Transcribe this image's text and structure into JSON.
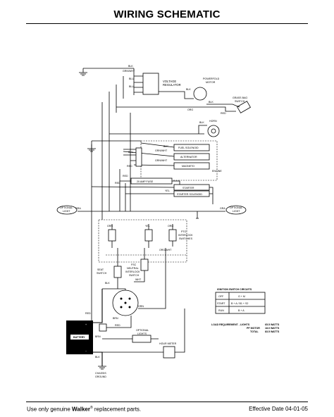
{
  "page": {
    "title": "WIRING SCHEMATIC",
    "footer_prefix": "Use only genuine ",
    "footer_brand": "Walker",
    "footer_reg": "®",
    "footer_suffix": " replacement parts.",
    "effective_date": "Effective Date 04-01-05"
  },
  "components": {
    "voltage_regulator": [
      "VOLTAGE",
      "REGULATOR"
    ],
    "powerfold_motor": [
      "POWERFOLD",
      "MOTOR"
    ],
    "grass_bag_switch": [
      "GRASS BAG",
      "SWITCH"
    ],
    "horn": "HORN",
    "fuel_solenoid": "FUEL SOLENOID",
    "alternator": "ALTERNATOR",
    "magneto": "MAGNETO",
    "engine": "ENGINE",
    "fuse": "20 AMP FUSE",
    "starter": "STARTER",
    "starter_solenoid": "STARTER SOLENOID",
    "optional_light_left": [
      "OPTIONAL",
      "LIGHT"
    ],
    "optional_light_right": [
      "OPTIONAL",
      "LIGHT"
    ],
    "pto_interlock": [
      "PTO",
      "INTERLOCK",
      "SWITCHES"
    ],
    "seat_switch": [
      "SEAT",
      "SWITCH"
    ],
    "fsc_switch": [
      "FSC",
      "NEUTRAL",
      "INTERLOCK",
      "SWITCH"
    ],
    "battery": "BATTERY",
    "optional_lights_bottom": [
      "OPTIONAL",
      "LIGHTS"
    ],
    "hour_meter": "HOUR METER",
    "chassis_ground": [
      "CHASSIS",
      "GROUND"
    ]
  },
  "wire_labels": {
    "blk": "BLK",
    "grn_wht": "GRN/WHT",
    "blu": "BLU",
    "red": "RED",
    "org": "ORG",
    "yel": "YEL",
    "gra": "GRA",
    "grn": "GRN",
    "brn": "BRN",
    "org_wht": "ORG/WHT",
    "wht": "WHT",
    "plus": "+",
    "minus": "−"
  },
  "ignition_table": {
    "title": "IGNITION SWITCH CIRCUITS",
    "rows": [
      {
        "pos": "OFF",
        "circuit": "G + M"
      },
      {
        "pos": "START",
        "circuit": "B + A / B1 + S2"
      },
      {
        "pos": "RUN",
        "circuit": "B + A"
      }
    ]
  },
  "load_requirement": {
    "rows": [
      {
        "label": "LOAD REQUIREMENT - LIGHTS",
        "value": "65.5 WATTS"
      },
      {
        "label": "PF MOTOR",
        "value": "18.0 WATTS"
      },
      {
        "label": "TOTAL",
        "value": "83.5 WATTS"
      }
    ]
  }
}
